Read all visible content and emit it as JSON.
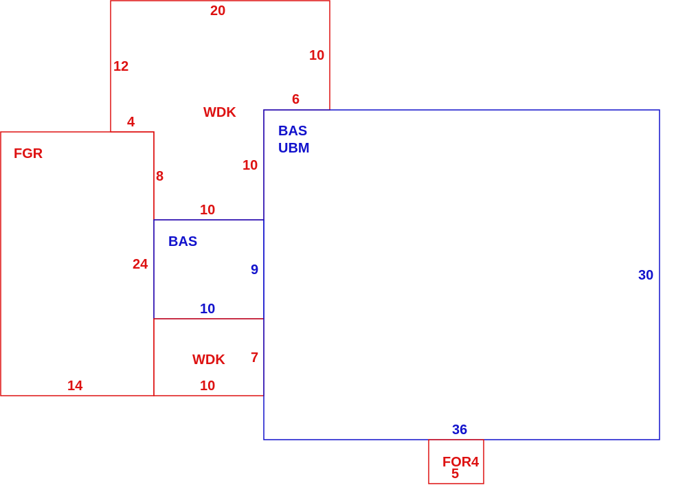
{
  "colors": {
    "red": "#dd1111",
    "blue": "#1111cc",
    "background": "#ffffff"
  },
  "areas": [
    {
      "name": "wdk-upper",
      "code": "WDK",
      "color": "red"
    },
    {
      "name": "fgr",
      "code": "FGR",
      "color": "red"
    },
    {
      "name": "bas-main",
      "code": "BAS",
      "sub": "UBM",
      "color": "blue"
    },
    {
      "name": "bas-small",
      "code": "BAS",
      "color": "blue"
    },
    {
      "name": "wdk-lower",
      "code": "WDK",
      "color": "red"
    },
    {
      "name": "for",
      "code": "FOR",
      "color": "red"
    }
  ],
  "dimensions": {
    "wdk_upper_top": "20",
    "wdk_upper_left": "12",
    "wdk_upper_right": "10",
    "wdk_upper_step": "6",
    "wdk_upper_inner": "10",
    "wdk_upper_notch": "4",
    "wdk_upper_side": "8",
    "wdk_upper_bottom": "10",
    "fgr_right": "24",
    "fgr_bottom": "14",
    "bas_small_right": "9",
    "bas_small_bottom": "10",
    "wdk_lower_right": "7",
    "wdk_lower_bottom": "10",
    "bas_main_right": "30",
    "bas_main_bottom": "36",
    "for_right": "4",
    "for_bottom": "5"
  }
}
